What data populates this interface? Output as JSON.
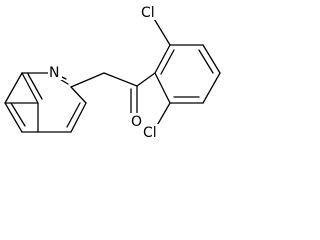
{
  "molecule": {
    "atom_labels": {
      "nitrogen": "N",
      "oxygen": "O",
      "chlorine_top": "Cl",
      "chlorine_bottom": "Cl"
    }
  },
  "colors": {
    "bond": "#000000",
    "background": "#ffffff"
  }
}
